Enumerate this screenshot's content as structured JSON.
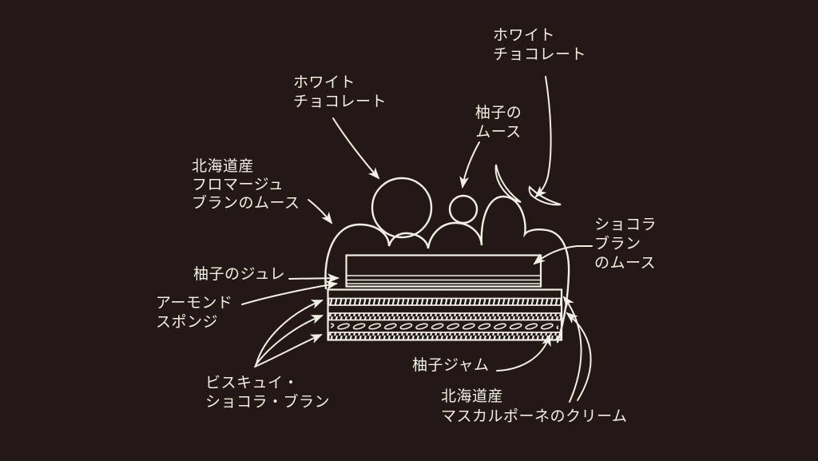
{
  "colors": {
    "background": "#231815",
    "line": "#f2efe9"
  },
  "diagram": {
    "labels": {
      "white_chocolate_top": {
        "lines": [
          "ホワイト",
          "チョコレート"
        ]
      },
      "white_chocolate_left": {
        "lines": [
          "ホワイト",
          "チョコレート"
        ]
      },
      "yuzu_mousse": {
        "lines": [
          "柚子の",
          "ムース"
        ]
      },
      "fromage_blanc_mousse": {
        "lines": [
          "北海道産",
          "フロマージュ",
          "ブランのムース"
        ]
      },
      "chocolat_blanc_mousse": {
        "lines": [
          "ショコラ",
          "ブラン",
          "のムース"
        ]
      },
      "yuzu_jelly": {
        "lines": [
          "柚子のジュレ"
        ]
      },
      "almond_sponge": {
        "lines": [
          "アーモンド",
          "スポンジ"
        ]
      },
      "biscuit_chocolat_blanc": {
        "lines": [
          "ビスキュイ・",
          "ショコラ・ブラン"
        ]
      },
      "yuzu_jam": {
        "lines": [
          "柚子ジャム"
        ]
      },
      "mascarpone_cream": {
        "lines": [
          "北海道産",
          "マスカルポーネのクリーム"
        ]
      }
    }
  }
}
